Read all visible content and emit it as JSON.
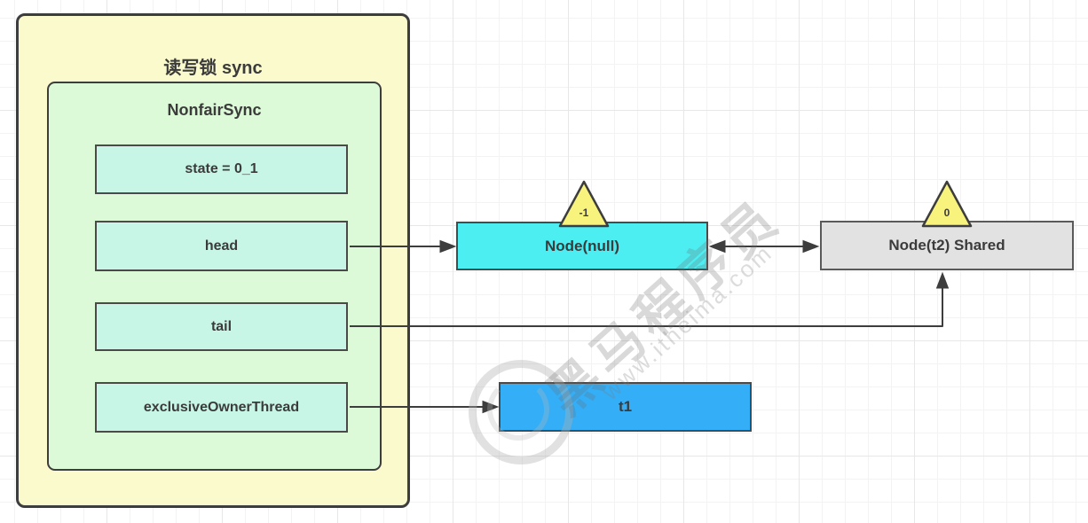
{
  "sync_container": {
    "title": "读写锁 sync",
    "nonfair_sync": {
      "title": "NonfairSync",
      "fields": [
        {
          "id": "state",
          "label": "state = 0_1"
        },
        {
          "id": "head",
          "label": "head"
        },
        {
          "id": "tail",
          "label": "tail"
        },
        {
          "id": "exclusiveOwnerThread",
          "label": "exclusiveOwnerThread"
        }
      ]
    }
  },
  "queue_nodes": [
    {
      "label": "Node(null)",
      "wait_status": "-1",
      "fill": "#4deef2"
    },
    {
      "label": "Node(t2) Shared",
      "wait_status": "0",
      "fill": "#e2e2e2"
    }
  ],
  "owner_thread": {
    "label": "t1",
    "fill": "#33aef7"
  },
  "edges": [
    {
      "from": "head",
      "to": "Node(null)",
      "type": "arrow"
    },
    {
      "from": "Node(null)",
      "to": "Node(t2) Shared",
      "type": "double-arrow"
    },
    {
      "from": "tail",
      "to": "Node(t2) Shared",
      "type": "elbow-arrow"
    },
    {
      "from": "exclusiveOwnerThread",
      "to": "t1",
      "type": "arrow"
    }
  ],
  "watermark": {
    "brand": "黑马程序员",
    "site": "www.itheima.com"
  },
  "palette": {
    "outer_fill": "#fafacd",
    "inner_fill": "#dcfad7",
    "field_fill": "#c8f6e6",
    "node_head_fill": "#4deef2",
    "node_shared_fill": "#e2e2e2",
    "thread_fill": "#33aef7",
    "triangle_fill": "#f8f37d",
    "stroke": "#3d3d3d",
    "text": "#3b3b3b"
  }
}
